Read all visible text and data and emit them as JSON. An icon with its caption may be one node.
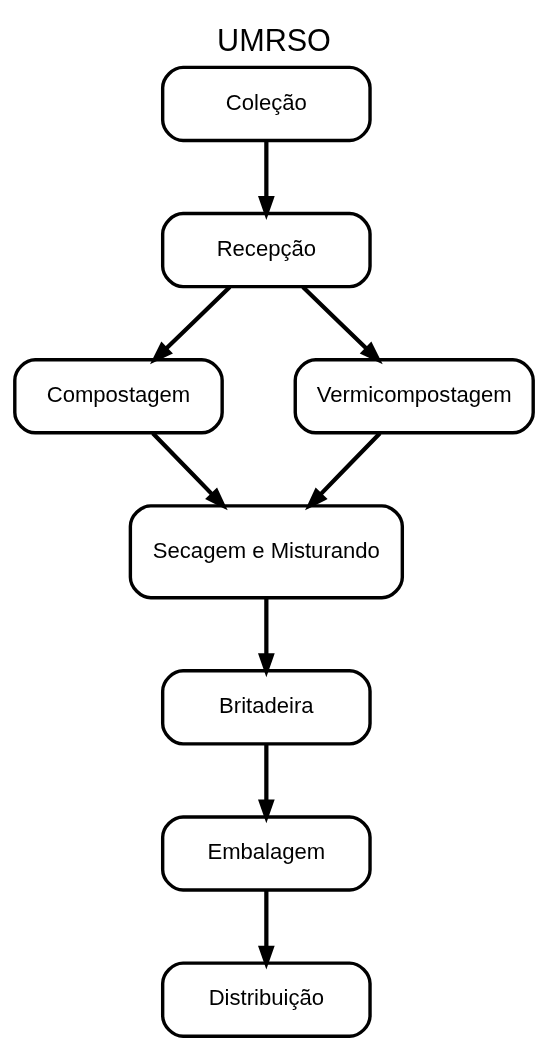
{
  "diagram": {
    "title": "UMRSO",
    "nodes": [
      {
        "text": [
          "Coleção"
        ]
      },
      {
        "text": [
          "Recepção"
        ]
      },
      {
        "text": [
          "Compostagem"
        ]
      },
      {
        "text": [
          "Vermicompostagem"
        ]
      },
      {
        "text": [
          "Secagem e Misturando"
        ]
      },
      {
        "text": [
          "Britadeira"
        ]
      },
      {
        "text": [
          "Embalagem"
        ]
      },
      {
        "text": [
          "Distribuição"
        ]
      }
    ],
    "edges": [
      {
        "from": 0,
        "to": 1,
        "arrow": "to"
      },
      {
        "from": 1,
        "to": 2,
        "arrow": "to"
      },
      {
        "from": 1,
        "to": 3,
        "arrow": "to"
      },
      {
        "from": 2,
        "to": 4,
        "arrow": "to"
      },
      {
        "from": 3,
        "to": 4,
        "arrow": "to"
      },
      {
        "from": 4,
        "to": 5,
        "arrow": "to"
      },
      {
        "from": 5,
        "to": 6,
        "arrow": "to"
      },
      {
        "from": 6,
        "to": 7,
        "arrow": "to"
      }
    ]
  }
}
